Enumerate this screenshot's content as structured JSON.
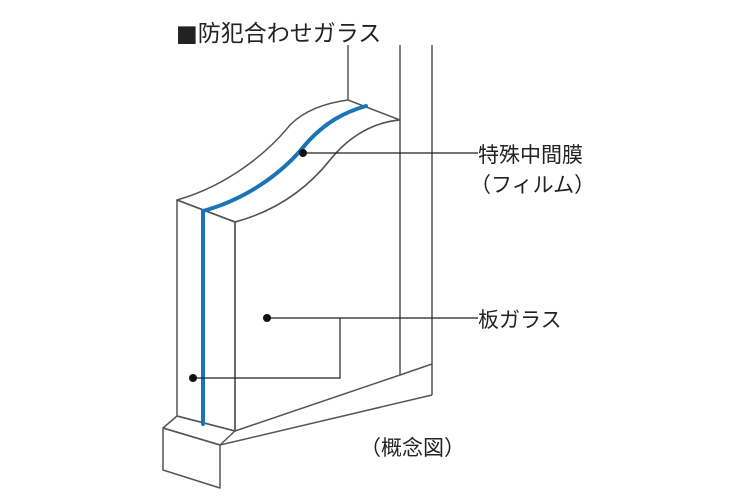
{
  "title": "■防犯合わせガラス",
  "labels": {
    "interlayer": "特殊中間膜",
    "interlayer_sub": "（フィルム）",
    "glass": "板ガラス"
  },
  "caption": "（概念図）",
  "colors": {
    "interlayer": "#1a74b8",
    "glass_top": "#f0f3f6",
    "glass_bottom": "#86ccef",
    "line": "#555555"
  }
}
